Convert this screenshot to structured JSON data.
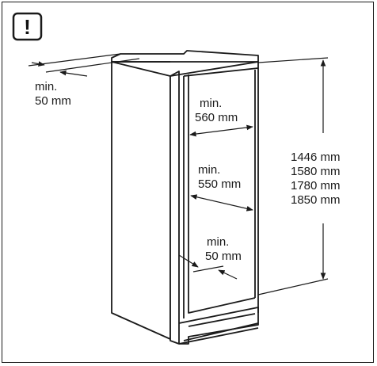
{
  "warning_icon": {
    "glyph": "!",
    "name": "exclamation-warning-icon"
  },
  "labels": {
    "top_gap_line1": "min.",
    "top_gap_line2": "50 mm",
    "depth_line1": "min.",
    "depth_line2": "560 mm",
    "width_line1": "min.",
    "width_line2": "550 mm",
    "vent_line1": "min.",
    "vent_line2": "50 mm",
    "height_options": [
      "1446 mm",
      "1580 mm",
      "1780 mm",
      "1850 mm"
    ]
  },
  "colors": {
    "stroke": "#1a1a1a",
    "background": "#ffffff"
  }
}
